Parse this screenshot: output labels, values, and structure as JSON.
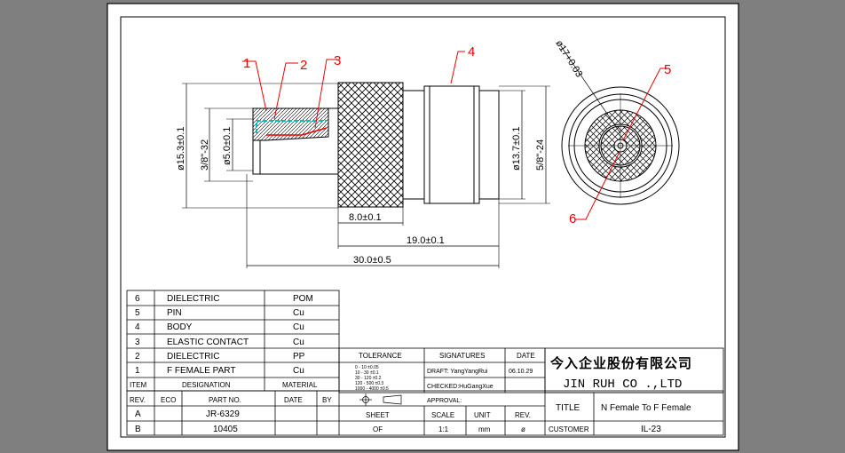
{
  "dimensions": {
    "d153": "ø15.3±0.1",
    "t38": "3/8\"-32",
    "d50": "ø5.0±0.1",
    "d137": "ø13.7±0.1",
    "t58": "5/8\"-24",
    "l80": "8.0±0.1",
    "l190": "19.0±0.1",
    "l300": "30.0±0.5",
    "d17": "ø17+0.03"
  },
  "callouts": [
    "1",
    "2",
    "3",
    "4",
    "5",
    "6"
  ],
  "bom": {
    "rows": [
      {
        "item": "6",
        "designation": "DIELECTRIC",
        "material": "POM"
      },
      {
        "item": "5",
        "designation": "PIN",
        "material": "Cu"
      },
      {
        "item": "4",
        "designation": "BODY",
        "material": "Cu"
      },
      {
        "item": "3",
        "designation": "ELASTIC CONTACT",
        "material": "Cu"
      },
      {
        "item": "2",
        "designation": "DIELECTRIC",
        "material": "PP"
      },
      {
        "item": "1",
        "designation": "F FEMALE PART",
        "material": "Cu"
      }
    ],
    "header": {
      "item": "ITEM",
      "designation": "DESIGNATION",
      "material": "MATERIAL"
    }
  },
  "revisions": {
    "header": {
      "rev": "REV.",
      "eco": "ECO",
      "part": "PART NO.",
      "date": "DATE",
      "by": "BY"
    },
    "rows": [
      {
        "rev": "A",
        "part": "JR-6329"
      },
      {
        "rev": "B",
        "part": "10405"
      }
    ]
  },
  "tolerance": {
    "label": "TOLERANCE",
    "table": [
      "0 - 10  ±0.05",
      "10 - 30  ±0.1",
      "30 - 120  ±0.2",
      "120 - 500  ±0.3",
      "1000 - 4000  ±0.5"
    ]
  },
  "signatures": {
    "label": "SIGNATURES",
    "date_label": "DATE",
    "draft": "DRAFT: YangYangRui",
    "date": "06.10.29",
    "checked": "CHECKED:HuGangXue",
    "approval": "APPROVAL:"
  },
  "sheet": {
    "label": "SHEET",
    "value": "OF"
  },
  "scale": {
    "label": "SCALE",
    "value": "1:1"
  },
  "unit": {
    "label": "UNIT",
    "value": "mm"
  },
  "rev": {
    "label": "REV.",
    "value": "ø"
  },
  "company": {
    "cn": "今入企业股份有限公司",
    "en": "JIN  RUH  CO .,LTD"
  },
  "title": {
    "label": "TITLE",
    "value": "N Female To F Female"
  },
  "customer": {
    "label": "CUSTOMER",
    "value": "IL-23"
  },
  "colors": {
    "background": "#7f7f7f",
    "paper": "#ffffff",
    "line": "#000000",
    "callout": "#e00000",
    "dielectric": "#00bfbf"
  }
}
